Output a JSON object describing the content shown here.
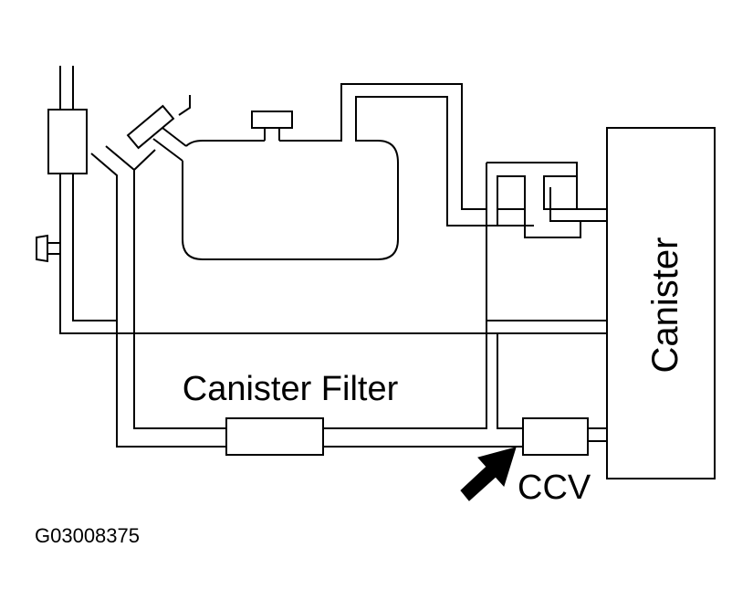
{
  "diagram": {
    "labels": {
      "canister": "Canister",
      "canister_filter": "Canister Filter",
      "ccv": "CCV"
    },
    "figure_id": "G03008375",
    "colors": {
      "line": "#000000",
      "background": "#ffffff",
      "arrow": "#000000"
    }
  }
}
